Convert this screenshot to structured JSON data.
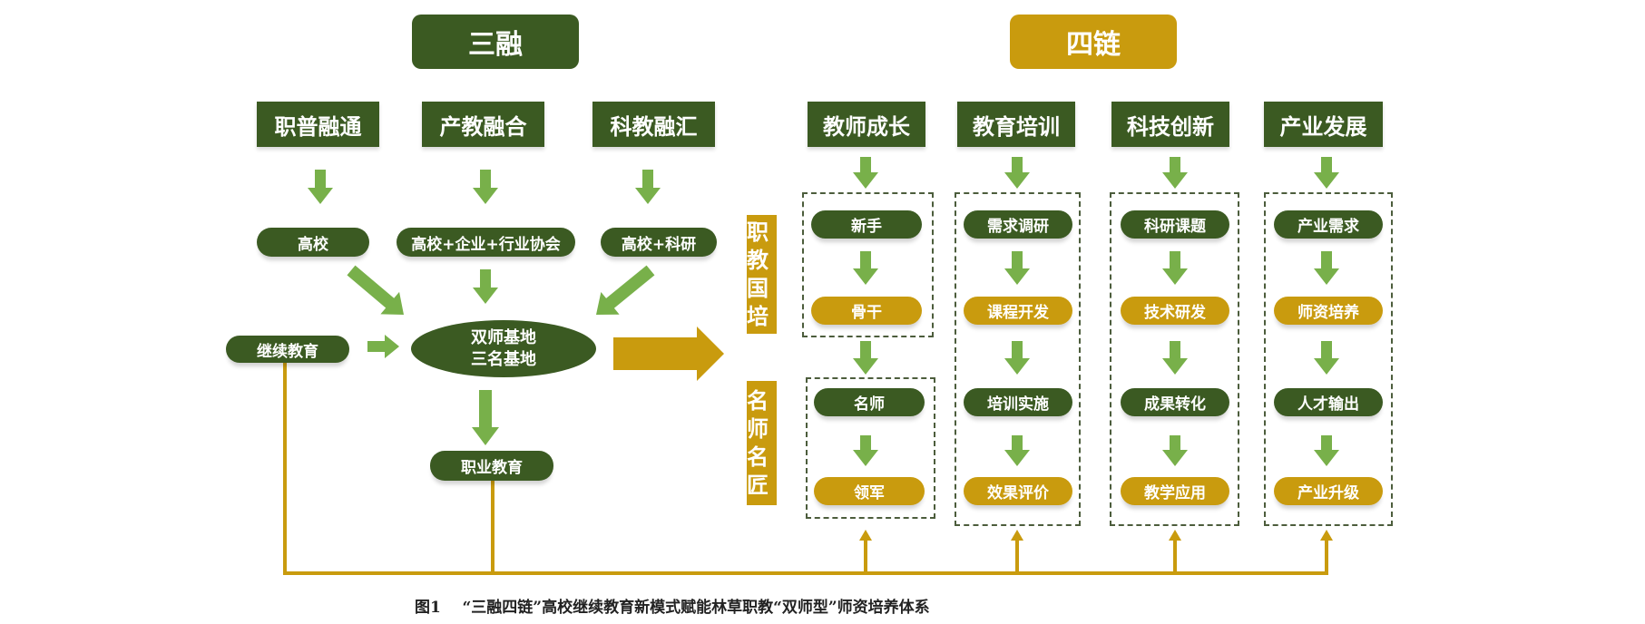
{
  "colors": {
    "dark_green": "#3b5a22",
    "gold": "#c99b0e",
    "arrow_green": "#78b04a"
  },
  "sanrong": {
    "title": "三融",
    "categories": [
      "职普融通",
      "产教融合",
      "科教融汇"
    ],
    "participants": [
      "高校",
      "高校+企业+行业协会",
      "高校+科研"
    ],
    "continuing": "继续教育",
    "base_line1": "双师基地",
    "base_line2": "三名基地",
    "vocational": "职业教育"
  },
  "silian": {
    "title": "四链",
    "side_labels": [
      "职教国培",
      "名师名匠"
    ],
    "columns": [
      {
        "header": "教师成长",
        "steps": [
          "新手",
          "骨干",
          "名师",
          "领军"
        ]
      },
      {
        "header": "教育培训",
        "steps": [
          "需求调研",
          "课程开发",
          "培训实施",
          "效果评价"
        ]
      },
      {
        "header": "科技创新",
        "steps": [
          "科研课题",
          "技术研发",
          "成果转化",
          "教学应用"
        ]
      },
      {
        "header": "产业发展",
        "steps": [
          "产业需求",
          "师资培养",
          "人才输出",
          "产业升级"
        ]
      }
    ]
  },
  "caption": {
    "number": "图1",
    "text": "“三融四链”高校继续教育新模式赋能林草职教“双师型”师资培养体系"
  }
}
